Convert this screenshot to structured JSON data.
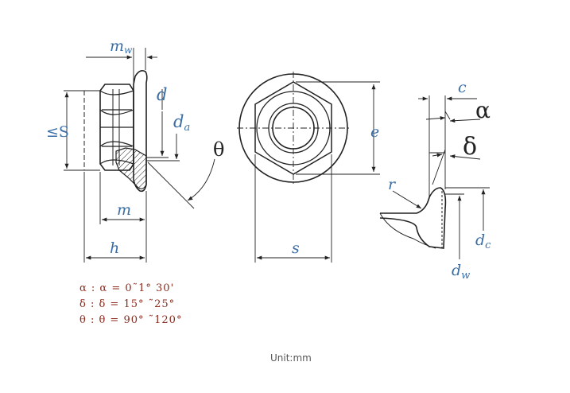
{
  "colors": {
    "line": "#222222",
    "label": "#3a6ea5",
    "legend": "#8b2a1e",
    "unit": "#555555"
  },
  "labels": {
    "mw": "m",
    "mw_sub": "w",
    "d": "d",
    "da": "d",
    "da_sub": "a",
    "s_left": "≤S",
    "theta": "θ",
    "m": "m",
    "h": "h",
    "e": "e",
    "s": "s",
    "c": "c",
    "alpha": "α",
    "delta": "δ",
    "r": "r",
    "dc": "d",
    "dc_sub": "c",
    "dw": "d",
    "dw_sub": "w"
  },
  "legend": [
    "α :  α = 0˜1° 30'",
    "δ :  δ = 15° ˜25°",
    "θ :  θ = 90° ˜120°"
  ],
  "unit": "Unit:mm"
}
